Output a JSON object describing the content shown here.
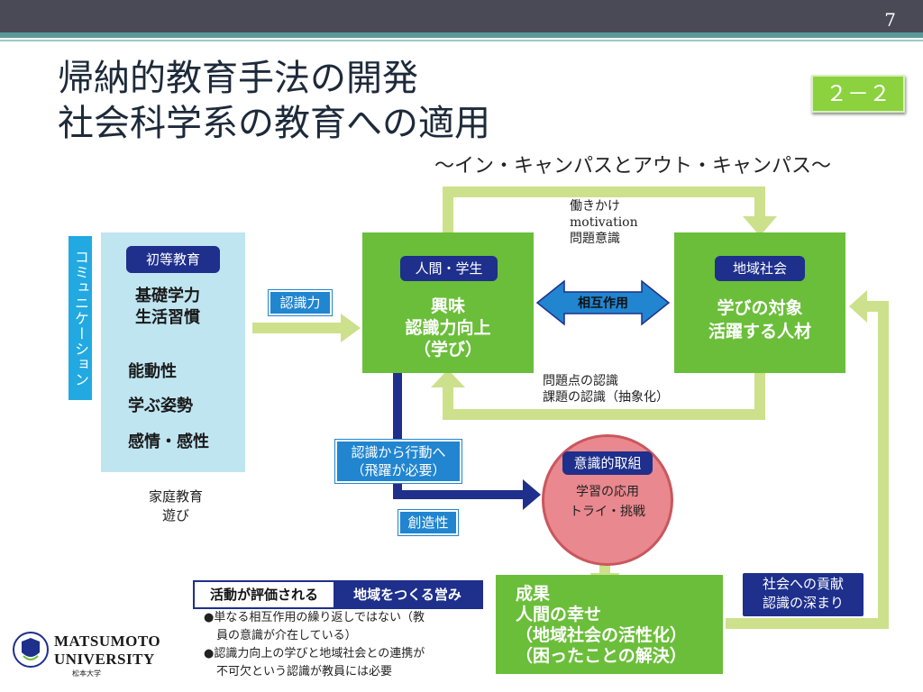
{
  "page_number": "7",
  "title_line1": "帰納的教育手法の開発",
  "title_line2": "社会科学系の教育への適用",
  "subtitle": "～イン・キャンパスとアウト・キャンパス～",
  "badge": "２－２",
  "communication": "コミュニケーション",
  "elementary": {
    "tag": "初等教育",
    "skills1": "基礎学力",
    "skills2": "生活習慣",
    "trait1": "能動性",
    "trait2": "学ぶ姿勢",
    "trait3": "感情・感性"
  },
  "home": {
    "line1": "家庭教育",
    "line2": "遊び"
  },
  "recognition_label": "認識力",
  "human": {
    "tag": "人間・学生",
    "line1": "興味",
    "line2": "認識力向上",
    "line3": "（学び）"
  },
  "interaction": "相互作用",
  "community": {
    "tag": "地域社会",
    "line1": "学びの対象",
    "line2": "活躍する人材"
  },
  "top_note": {
    "line1": "働きかけ",
    "line2": "motivation",
    "line3": "問題意識"
  },
  "middle_note": {
    "line1": "問題点の認識",
    "line2": "課題の認識（抽象化）"
  },
  "action_label": {
    "line1": "認識から行動へ",
    "line2": "（飛躍が必要）"
  },
  "creativity": "創造性",
  "conscious": {
    "tag": "意識的取組",
    "line1": "学習の応用",
    "line2": "トライ・挑戦"
  },
  "results": {
    "line1": "成果",
    "line2": "人間の幸せ",
    "line3": "（地域社会の活性化）",
    "line4": "（困ったことの解決）"
  },
  "contribution": {
    "line1": "社会への貢献",
    "line2": "認識の深まり"
  },
  "evaluation": {
    "left": "活動が評価される",
    "right": "地域をつくる営み",
    "bullet1a": "●単なる相互作用の繰り返しではない（教",
    "bullet1b": "員の意識が介在している）",
    "bullet2a": "●認識力向上の学びと地域社会との連携が",
    "bullet2b": "不可欠という認識が教員には必要"
  },
  "logo": {
    "line1": "MATSUMOTO",
    "line2": "UNIVERSITY",
    "line3": "松本大学"
  },
  "colors": {
    "green_box": "#6bbe3a",
    "light_green_arrow": "#cde08c",
    "navy": "#1e2f8c",
    "blue_label": "#2185d0",
    "light_blue": "#bfe5f1",
    "pink_circle": "#e9888e"
  }
}
